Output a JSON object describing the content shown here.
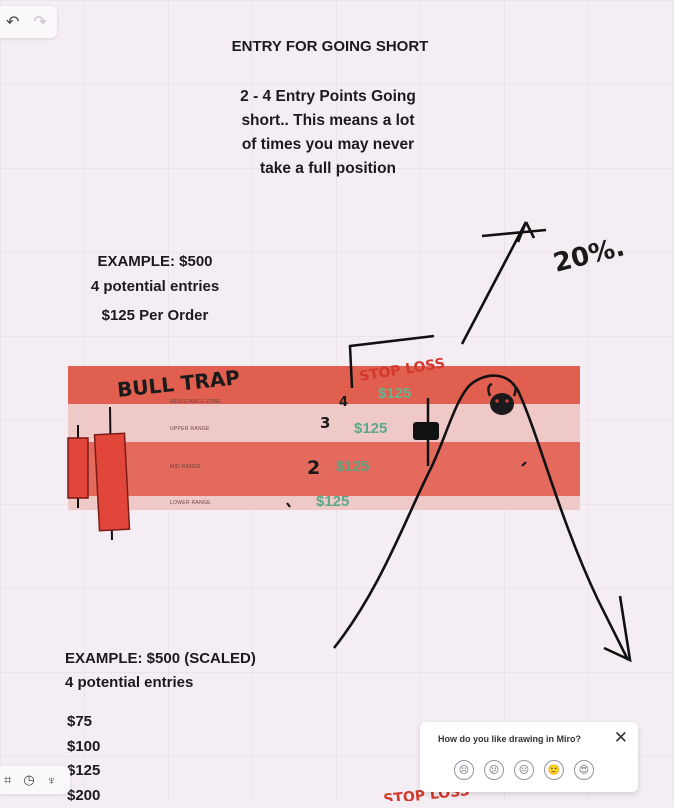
{
  "toolbar": {
    "undo_icon": "↶",
    "redo_icon": "↷"
  },
  "board": {
    "title": "ENTRY FOR GOING SHORT",
    "description_lines": [
      "2 - 4 Entry Points Going",
      "short.. This means a lot",
      "of times you may never",
      "take a full position"
    ],
    "example1": {
      "line1": "EXAMPLE: $500",
      "line2": "4 potential entries",
      "line3": "$125 Per Order"
    },
    "example2": {
      "line1": "EXAMPLE: $500  (SCALED)",
      "line2": "4 potential entries"
    },
    "scaled_amounts": [
      "$75",
      "$100",
      "$125",
      "$200"
    ]
  },
  "zones": [
    {
      "label": "RESISTANCE ZONE",
      "price": "$125"
    },
    {
      "label": "UPPER RANGE",
      "price": "$125"
    },
    {
      "label": "MID RANGE",
      "price": "$125"
    },
    {
      "label": "LOWER RANGE",
      "price": "$125"
    }
  ],
  "annotations": {
    "bull_trap": "BULL TRAP",
    "stop_loss": "STOP LOSS",
    "percent": "20%.",
    "num3": "3",
    "num4": "4",
    "num2": "2"
  },
  "bottom_tools": {
    "icons": [
      "grid-icon",
      "timer-icon",
      "lightbulb-icon"
    ]
  },
  "feedback": {
    "question": "How do you like drawing in Miro?",
    "close_glyph": "✕",
    "faces": [
      "☹",
      "😕",
      "😐",
      "🙂",
      "😍"
    ]
  },
  "colors": {
    "zone_dark": "#e05f4f",
    "zone_light": "#efc9c8",
    "price_green": "#5aa888",
    "ink": "#111111",
    "ink_red": "#d2382c"
  }
}
